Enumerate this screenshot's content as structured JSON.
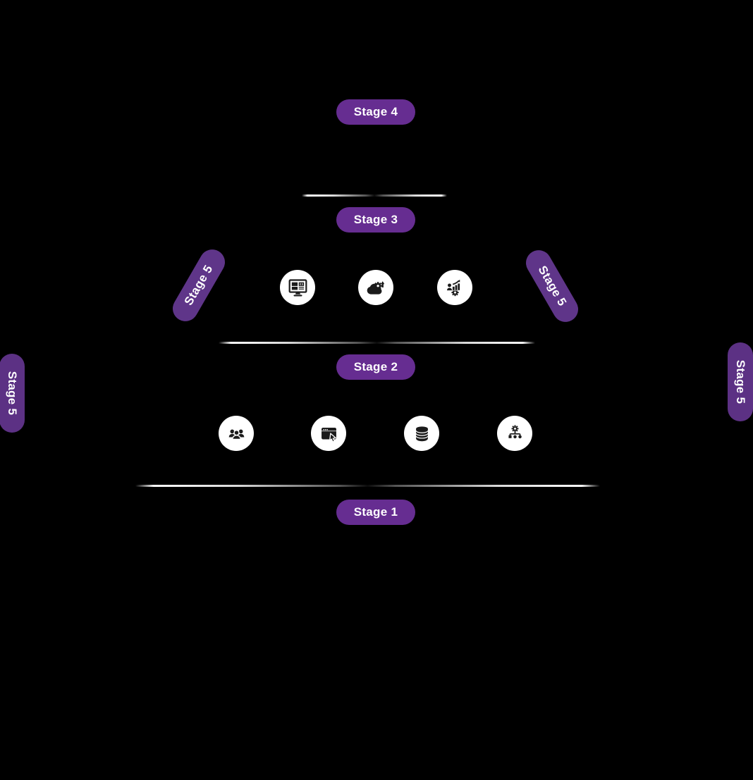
{
  "diagram": {
    "name": "stage-maturity-pyramid"
  },
  "colors": {
    "background": "#000000",
    "pill_primary": "#662d91",
    "pill_diagonal": "#5f3589",
    "pill_edge": "#5c3184",
    "text_on_pill": "#ffffff",
    "icon_ink": "#1b1b1b",
    "icon_circle": "#ffffff"
  },
  "pills": {
    "stage1": "Stage 1",
    "stage2": "Stage 2",
    "stage3": "Stage 3",
    "stage4": "Stage 4",
    "stage5_diagonal_left": "Stage 5",
    "stage5_diagonal_right": "Stage 5",
    "stage5_edge_left": "Stage 5",
    "stage5_edge_right": "Stage 5"
  },
  "icons": {
    "upper_row": [
      "monitor-dashboard",
      "cloud-gear-upgrade",
      "person-analytics-gear"
    ],
    "lower_row": [
      "team-people",
      "browser-window-cursor",
      "database",
      "workflow-gear-hierarchy"
    ]
  }
}
